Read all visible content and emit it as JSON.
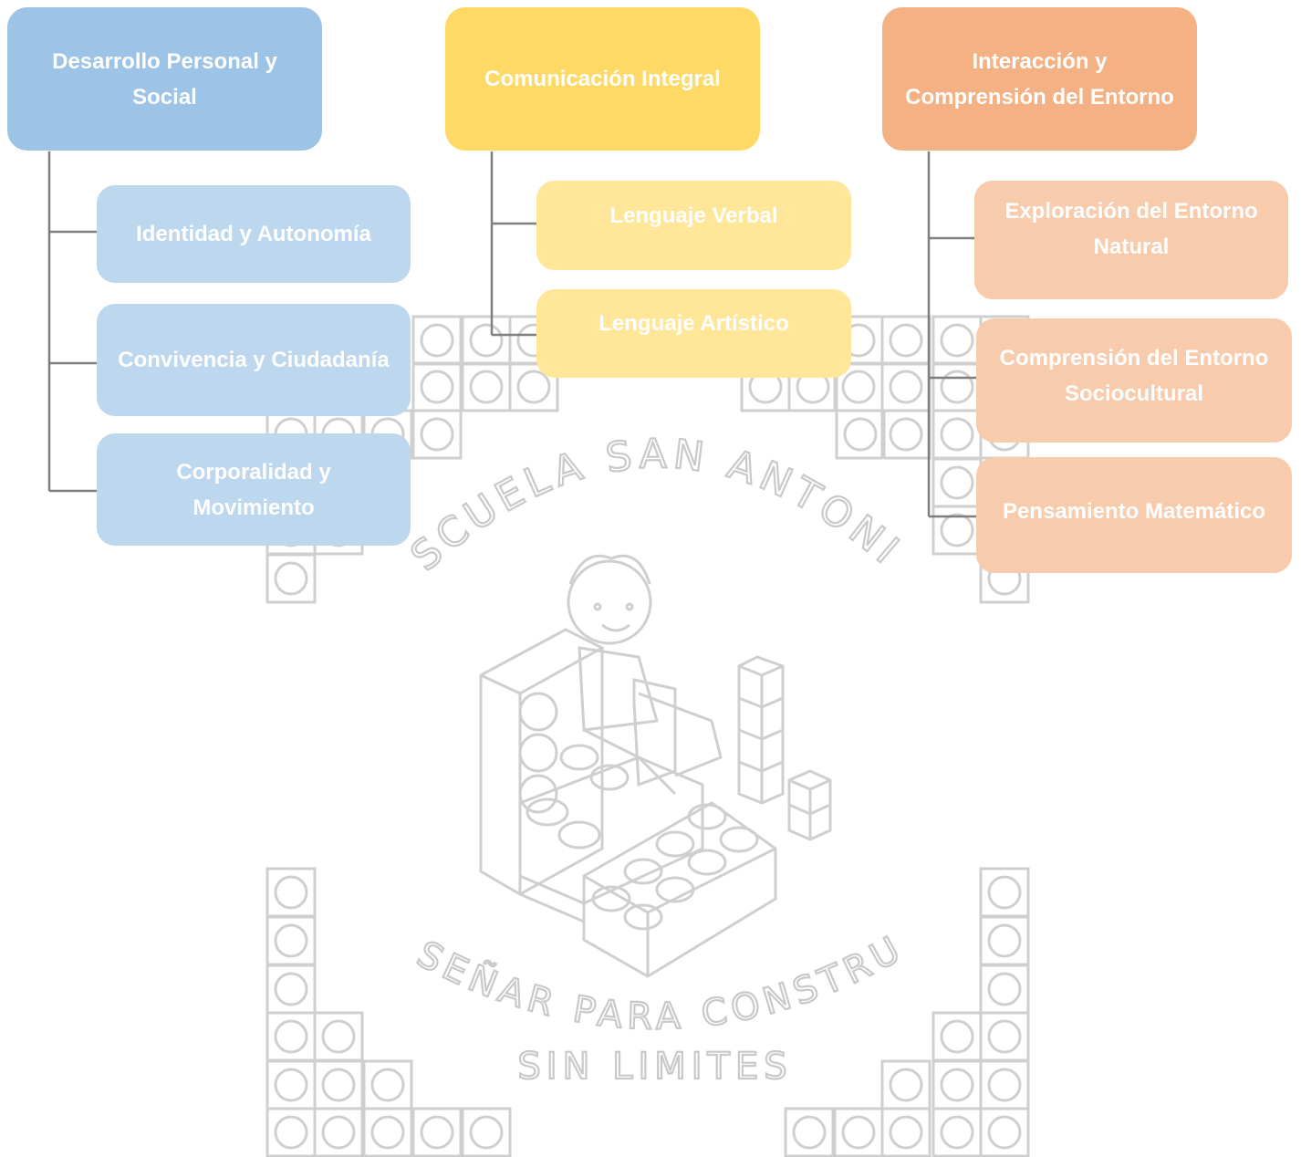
{
  "columns": [
    {
      "title": "Desarrollo Personal y Social",
      "items": [
        "Identidad y Autonomía",
        "Convivencia y Ciudadanía",
        "Corporalidad y Movimiento"
      ]
    },
    {
      "title": "Comunicación Integral",
      "items": [
        "Lenguaje Verbal",
        "Lenguaje Artístico"
      ]
    },
    {
      "title": "Interacción y Comprensión del Entorno",
      "items": [
        "Exploración del Entorno Natural",
        "Comprensión del Entorno Sociocultural",
        "Pensamiento Matemático"
      ]
    }
  ],
  "logo": {
    "top_text": "ESCUELA SAN ANTONIO",
    "bottom_text": "ENSEÑAR PARA CONSTRUIR",
    "bottom_text_2": "SIN LIMITES"
  },
  "colors": {
    "col1_header": "#9dc3e6",
    "col1_item": "#bdd7ee",
    "col2_header": "#ffd966",
    "col2_item": "#ffe699",
    "col3_header": "#f4b183",
    "col3_item": "#f8cbad",
    "connector": "#7f7f7f",
    "watermark": "#c9c9c9"
  }
}
